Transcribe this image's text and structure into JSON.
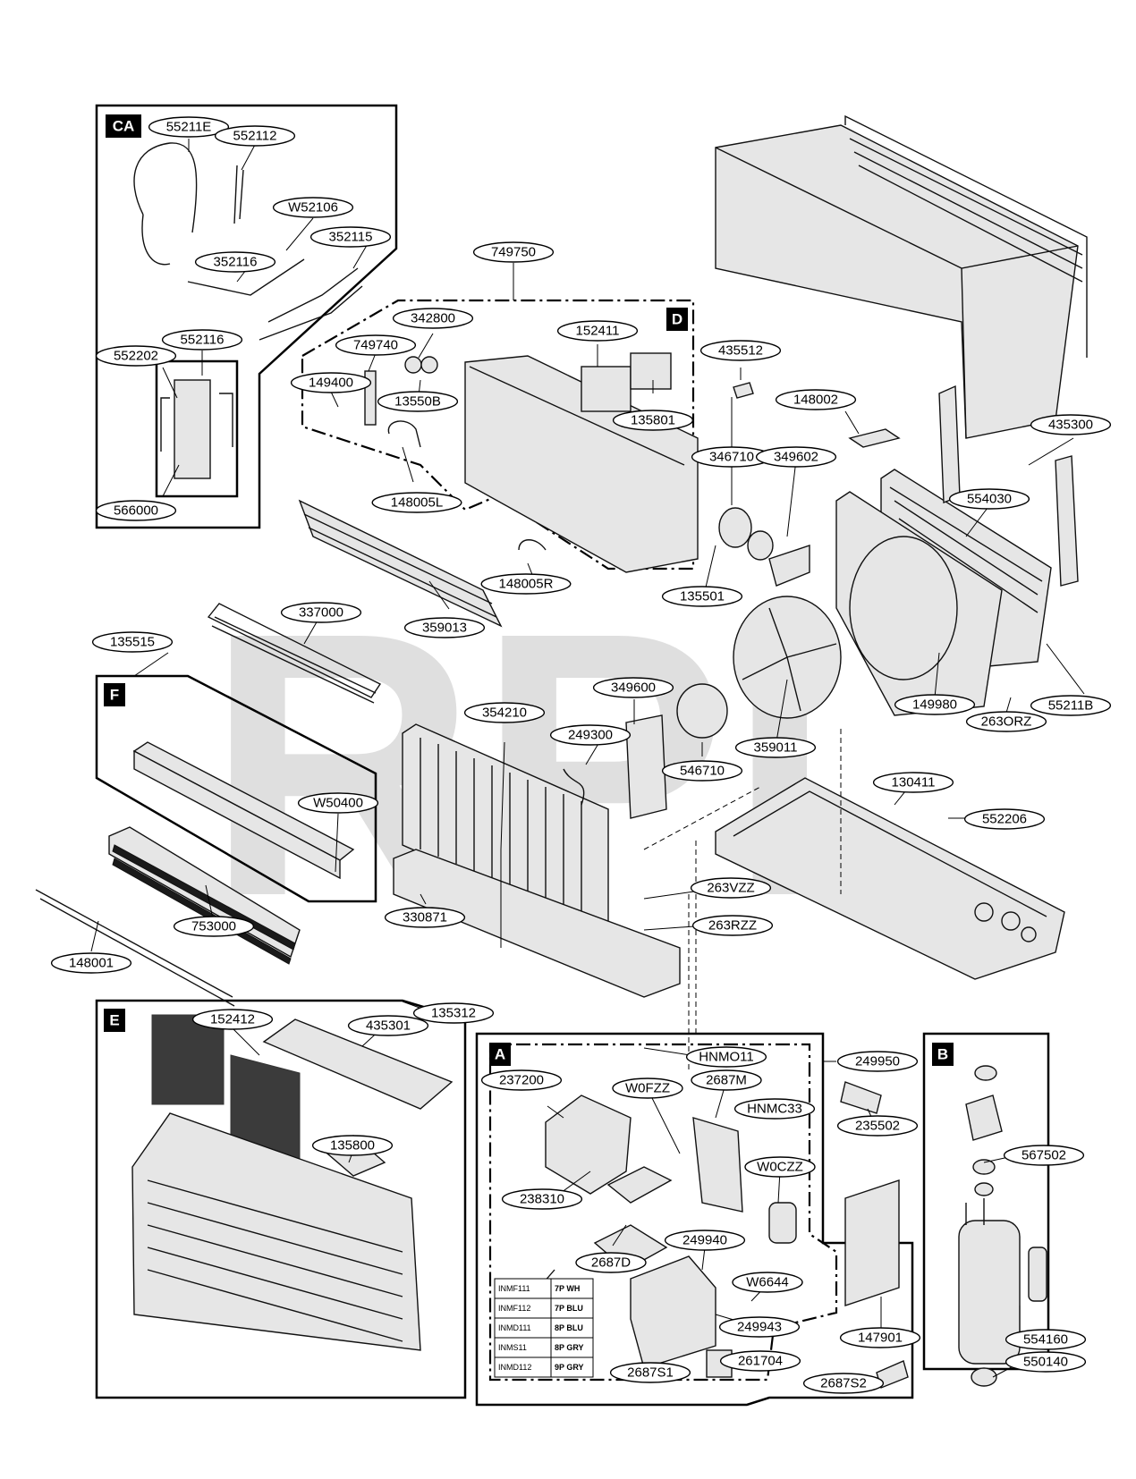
{
  "watermark": "RPI",
  "sections": {
    "CA": "CA",
    "D": "D",
    "F": "F",
    "E": "E",
    "A": "A",
    "B": "B"
  },
  "part_labels": [
    "55211E",
    "552112",
    "W52106",
    "352115",
    "352116",
    "552116",
    "552202",
    "566000",
    "749750",
    "342800",
    "749740",
    "149400",
    "13550B",
    "152411",
    "135801",
    "148005L",
    "148005R",
    "359013",
    "435512",
    "148002",
    "346710",
    "349602",
    "554030",
    "435300",
    "135501",
    "149980",
    "263ORZ",
    "55211B",
    "337000",
    "135515",
    "349600",
    "249300",
    "354210",
    "546710",
    "359011",
    "W50400",
    "753000",
    "148001",
    "330871",
    "263VZZ",
    "263RZZ",
    "130411",
    "552206",
    "135312",
    "152412",
    "435301",
    "135800",
    "HNMO11",
    "249950",
    "237200",
    "W0FZZ",
    "2687M",
    "HNMC33",
    "W0CZZ",
    "238310",
    "235502",
    "249940",
    "W6644",
    "2687D",
    "249943",
    "261704",
    "2687S1",
    "147901",
    "2687S2",
    "567502",
    "554160",
    "550140"
  ],
  "harness_table": [
    [
      "INMF111",
      "7P WH"
    ],
    [
      "INMF112",
      "7P BLU"
    ],
    [
      "INMD111",
      "8P BLU"
    ],
    [
      "INMS11",
      "8P GRY"
    ],
    [
      "INMD112",
      "9P GRY"
    ]
  ]
}
